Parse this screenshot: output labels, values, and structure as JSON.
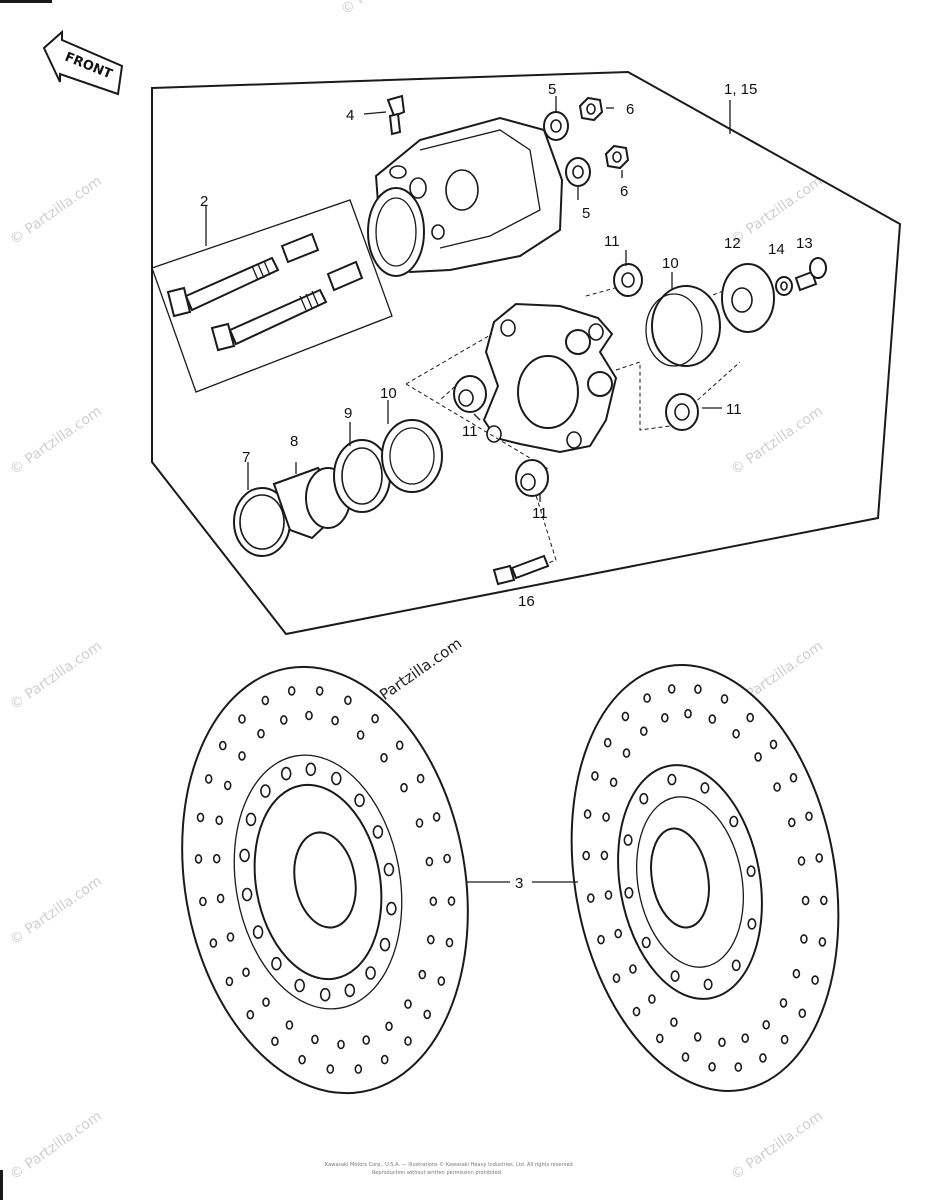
{
  "front_label": "FRONT",
  "callouts": [
    {
      "id": "c-1-15",
      "text": "1, 15"
    },
    {
      "id": "c-2",
      "text": "2"
    },
    {
      "id": "c-3",
      "text": "3"
    },
    {
      "id": "c-4",
      "text": "4"
    },
    {
      "id": "c-5a",
      "text": "5"
    },
    {
      "id": "c-5b",
      "text": "5"
    },
    {
      "id": "c-6a",
      "text": "6"
    },
    {
      "id": "c-6b",
      "text": "6"
    },
    {
      "id": "c-7",
      "text": "7"
    },
    {
      "id": "c-8",
      "text": "8"
    },
    {
      "id": "c-9",
      "text": "9"
    },
    {
      "id": "c-10a",
      "text": "10"
    },
    {
      "id": "c-10b",
      "text": "10"
    },
    {
      "id": "c-11a",
      "text": "11"
    },
    {
      "id": "c-11b",
      "text": "11"
    },
    {
      "id": "c-11c",
      "text": "11"
    },
    {
      "id": "c-11d",
      "text": "11"
    },
    {
      "id": "c-12",
      "text": "12"
    },
    {
      "id": "c-13",
      "text": "13"
    },
    {
      "id": "c-14",
      "text": "14"
    },
    {
      "id": "c-16",
      "text": "16"
    }
  ],
  "watermark": "© Partzilla.com",
  "footer_line_1": "Kawasaki Motors Corp., U.S.A. — Illustrations © Kawasaki Heavy Industries, Ltd. All rights reserved.",
  "footer_line_2": "Reproduction without written permission prohibited."
}
